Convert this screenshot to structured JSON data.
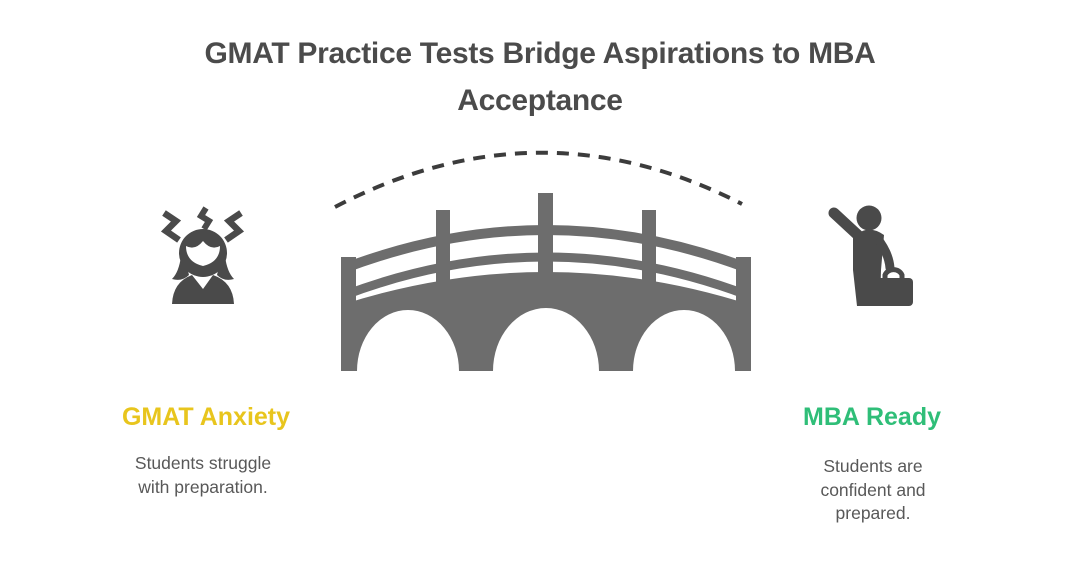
{
  "title": "GMAT Practice Tests Bridge Aspirations to MBA Acceptance",
  "left_panel": {
    "heading": "GMAT Anxiety",
    "description": "Students struggle with preparation.",
    "icon": "stressed-student-icon"
  },
  "right_panel": {
    "heading": "MBA Ready",
    "description": "Students are confident and prepared.",
    "icon": "confident-professional-icon"
  },
  "center_graphic": {
    "icon": "bridge-icon",
    "overlay": "dashed-arc-icon"
  },
  "colors": {
    "left_accent": "#e8c51d",
    "right_accent": "#2fbe78",
    "icon_gray": "#4a4a4a",
    "bridge_gray": "#6d6d6d",
    "arc_gray": "#3c3c3c",
    "title_gray": "#4b4b4b",
    "body_gray": "#585858",
    "background": "#ffffff"
  }
}
